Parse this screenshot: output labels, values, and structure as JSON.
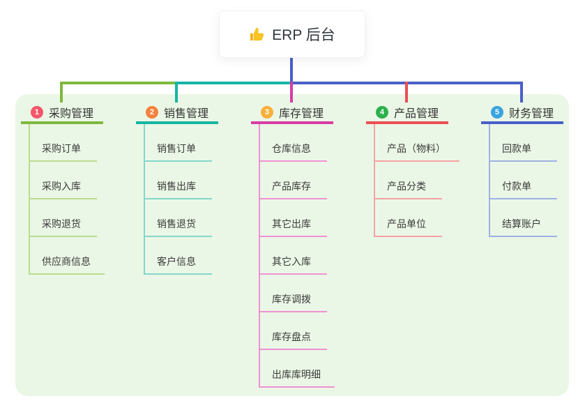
{
  "root": {
    "label": "ERP 后台",
    "icon": "thumbs-up-icon"
  },
  "colors": {
    "panel_bg": "#ebf7e6",
    "root_connector": "#4a5fc8",
    "bus_segments": {
      "green": "#7eb93f",
      "teal": "#16b5a4",
      "blue": "#4a5fc8"
    }
  },
  "branches": [
    {
      "number": "1",
      "title": "采购管理",
      "badge_color": "#f4566c",
      "line_color": "#7eb93f",
      "item_line_color": "#b9dc8f",
      "items": [
        "采购订单",
        "采购入库",
        "采购退货",
        "供应商信息"
      ]
    },
    {
      "number": "2",
      "title": "销售管理",
      "badge_color": "#f5823f",
      "line_color": "#16b5a4",
      "item_line_color": "#82d7cb",
      "items": [
        "销售订单",
        "销售出库",
        "销售退货",
        "客户信息"
      ]
    },
    {
      "number": "3",
      "title": "库存管理",
      "badge_color": "#f9b03a",
      "line_color": "#d63ca6",
      "item_line_color": "#ef92d2",
      "items": [
        "仓库信息",
        "产品库存",
        "其它出库",
        "其它入库",
        "库存调拨",
        "库存盘点",
        "出库库明细"
      ]
    },
    {
      "number": "4",
      "title": "产品管理",
      "badge_color": "#2db14d",
      "line_color": "#ea4f54",
      "item_line_color": "#f5a3a5",
      "items": [
        "产品（物料）",
        "产品分类",
        "产品单位"
      ]
    },
    {
      "number": "5",
      "title": "财务管理",
      "badge_color": "#38a4e0",
      "line_color": "#4a5fc8",
      "item_line_color": "#9fb0e5",
      "items": [
        "回款单",
        "付款单",
        "结算账户"
      ]
    }
  ]
}
